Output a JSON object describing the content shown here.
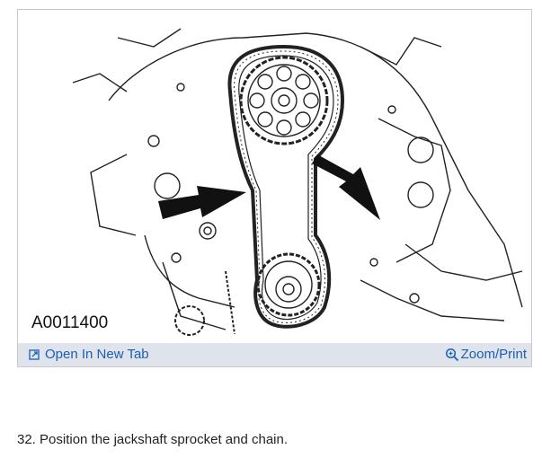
{
  "figure": {
    "code": "A0011400",
    "open_label": "Open In New Tab",
    "zoom_label": "Zoom/Print",
    "link_color": "#1a5fb4",
    "bar_color": "#dfe3ec"
  },
  "step": {
    "text": "32. Position the jackshaft sprocket and chain."
  }
}
